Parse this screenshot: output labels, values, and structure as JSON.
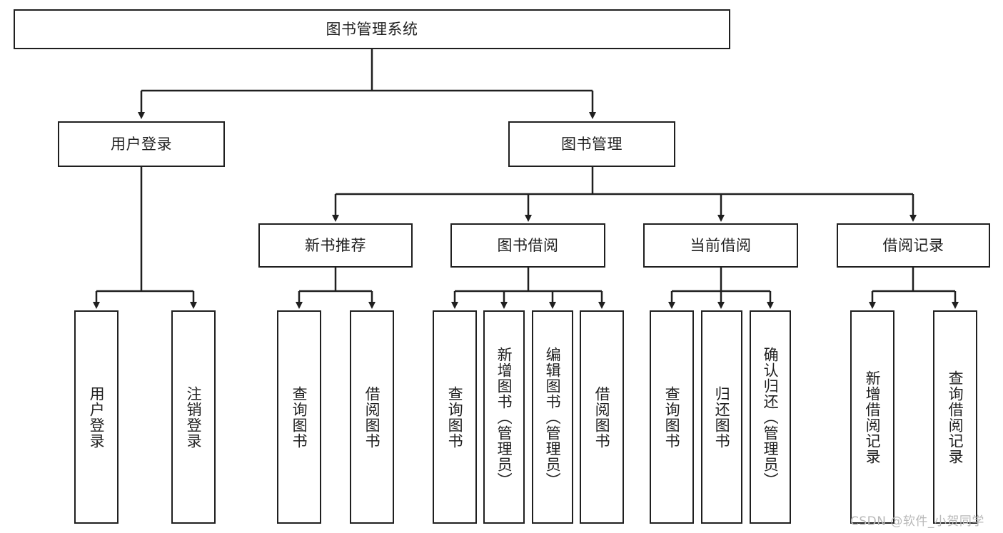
{
  "diagram": {
    "title_node": {
      "label": "图书管理系统"
    },
    "level2": [
      {
        "id": "user-login",
        "label": "用户登录"
      },
      {
        "id": "book-management",
        "label": "图书管理"
      }
    ],
    "level3": [
      {
        "id": "new-book-recommend",
        "label": "新书推荐"
      },
      {
        "id": "book-borrow",
        "label": "图书借阅"
      },
      {
        "id": "current-borrow",
        "label": "当前借阅"
      },
      {
        "id": "borrow-record",
        "label": "借阅记录"
      }
    ],
    "leaves": {
      "user_login": [
        {
          "id": "leaf-user-login",
          "label": "用户登录"
        },
        {
          "id": "leaf-logout-login",
          "label": "注销登录"
        }
      ],
      "new_book_recommend": [
        {
          "id": "leaf-query-book-1",
          "label": "查询图书"
        },
        {
          "id": "leaf-borrow-book-1",
          "label": "借阅图书"
        }
      ],
      "book_borrow": [
        {
          "id": "leaf-query-book-2",
          "label": "查询图书"
        },
        {
          "id": "leaf-add-book",
          "label": "新增图书（管理员）"
        },
        {
          "id": "leaf-edit-book",
          "label": "编辑图书（管理员）"
        },
        {
          "id": "leaf-borrow-book-2",
          "label": "借阅图书"
        }
      ],
      "current_borrow": [
        {
          "id": "leaf-query-book-3",
          "label": "查询图书"
        },
        {
          "id": "leaf-return-book",
          "label": "归还图书"
        },
        {
          "id": "leaf-confirm-return",
          "label": "确认归还（管理员）"
        }
      ],
      "borrow_record": [
        {
          "id": "leaf-add-record",
          "label": "新增借阅记录"
        },
        {
          "id": "leaf-query-record",
          "label": "查询借阅记录"
        }
      ]
    }
  },
  "watermark": {
    "text": "CSDN @软件_小贺同学"
  },
  "colors": {
    "stroke": "#1f1f1f",
    "background": "#ffffff",
    "watermark": "#b9b9b9"
  }
}
